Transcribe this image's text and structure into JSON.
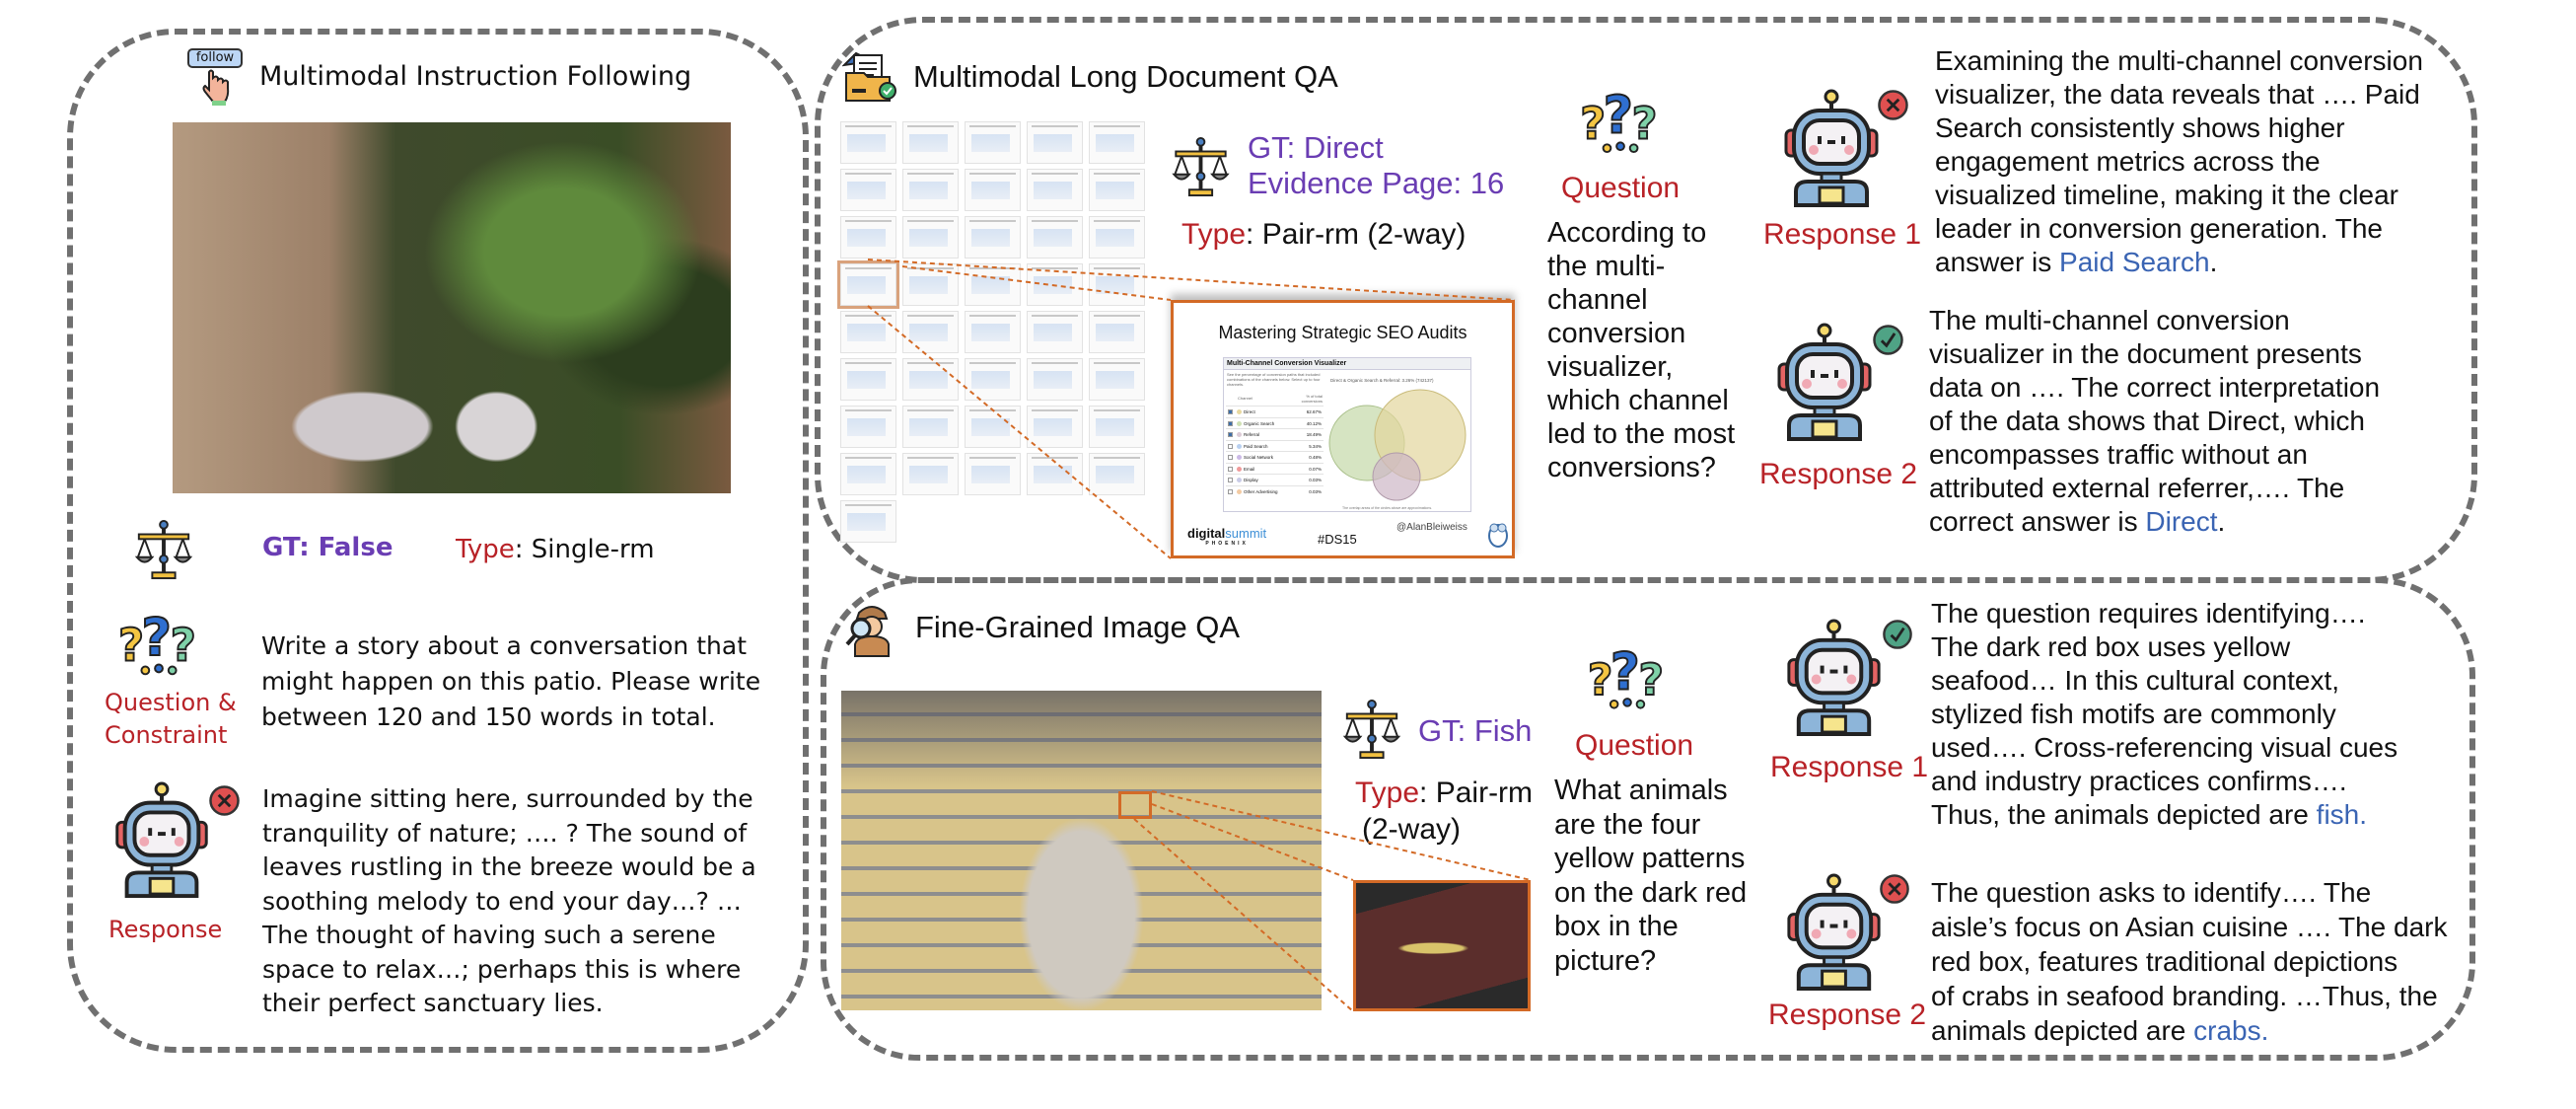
{
  "colors": {
    "gt": "#6a3db3",
    "label": "#b82227",
    "answer": "#3a64b3",
    "dash": "#707070",
    "highlight": "#d36a26"
  },
  "left": {
    "follow_icon_text": "follow",
    "title": "Multimodal Instruction Following",
    "gt": "GT: False",
    "type_label": "Type",
    "type_value": ": Single-rm",
    "question_label": [
      "Question &",
      "Constraint"
    ],
    "question_lines": [
      "Write a story about a conversation that",
      "might happen on this patio. Please write",
      "between 120 and 150 words in total."
    ],
    "response_label": "Response",
    "response_status": "wrong",
    "response_lines": [
      "Imagine sitting here, surrounded by the",
      "tranquility of nature; …. ? The sound of",
      "leaves rustling in the breeze would be a",
      "soothing melody to end your day…? …",
      "The thought of having such a serene",
      "space to relax…; perhaps this is where",
      "their perfect sanctuary lies."
    ]
  },
  "doc": {
    "title": "Multimodal Long Document QA",
    "gt": "GT: Direct",
    "evidence": "Evidence Page: 16",
    "type_label": "Type",
    "type_value": ": Pair-rm (2-way)",
    "slide": {
      "title": "Mastering Strategic SEO Audits",
      "panel_title": "Multi-Channel Conversion Visualizer",
      "description": "See the percentage of conversion paths that included combinations of the channels below. Select up to four channels.",
      "col_channel": "Channel",
      "col_pct": "% of total conversions",
      "rows": [
        {
          "channel": "Direct",
          "pct": "62.67%",
          "checked": true,
          "color": "#e8d9a0"
        },
        {
          "channel": "Organic Search",
          "pct": "40.12%",
          "checked": true,
          "color": "#cfe0b4"
        },
        {
          "channel": "Referral",
          "pct": "18.49%",
          "checked": true,
          "color": "#dccbd6"
        },
        {
          "channel": "Paid Search",
          "pct": "5.34%",
          "checked": false,
          "color": "#b9d0f0"
        },
        {
          "channel": "Social Network",
          "pct": "0.48%",
          "checked": false,
          "color": "#cbb9e6"
        },
        {
          "channel": "Email",
          "pct": "0.07%",
          "checked": false,
          "color": "#ef9a9a"
        },
        {
          "channel": "Display",
          "pct": "0.03%",
          "checked": false,
          "color": "#c9cbe6"
        },
        {
          "channel": "Other Advertising",
          "pct": "0.03%",
          "checked": false,
          "color": "#f3cba3"
        }
      ],
      "venn_label": "Direct & Organic Search & Referral: 3.26% (742137)",
      "footnote": "The overlap areas of the circles above are approximations.",
      "brand_a": "digital",
      "brand_b": "summit",
      "brand_city": "PHOENIX",
      "hashtag": "#DS15",
      "handle": "@AlanBleiweiss"
    },
    "question_label": "Question",
    "question_lines": [
      "According to",
      "the multi-",
      "channel",
      "conversion",
      "visualizer,",
      "which channel",
      "led to the most",
      "conversions?"
    ],
    "responses": [
      {
        "label": "Response 1",
        "status": "wrong",
        "lines": [
          "Examining the multi-channel conversion",
          "visualizer, the data reveals that …. Paid",
          "Search consistently shows higher",
          "engagement metrics across the",
          "visualized timeline, making it the clear",
          "leader in conversion generation. The"
        ],
        "last_prefix": "answer is ",
        "answer": "Paid Search",
        "suffix": "."
      },
      {
        "label": "Response 2",
        "status": "correct",
        "lines": [
          "The multi-channel conversion",
          "visualizer in the document presents",
          "data on …. The correct interpretation",
          "of the data shows that Direct, which",
          "encompasses traffic without an",
          "attributed external referrer,…. The"
        ],
        "last_prefix": "correct answer is ",
        "answer": "Direct",
        "suffix": "."
      }
    ]
  },
  "img": {
    "title": "Fine-Grained Image QA",
    "gt": "GT: Fish",
    "type_label": "Type",
    "type_value": ": Pair-rm",
    "type_value2": "(2-way)",
    "question_label": "Question",
    "question_lines": [
      "What animals",
      "are the four",
      "yellow patterns",
      "on the dark red",
      "box in the",
      "picture?"
    ],
    "responses": [
      {
        "label": "Response 1",
        "status": "correct",
        "lines": [
          "The question requires identifying….",
          "The dark red box uses yellow",
          "seafood… In this cultural context,",
          "stylized fish motifs are commonly",
          "used…. Cross-referencing visual cues",
          "and industry practices confirms…."
        ],
        "last_prefix": "Thus, the animals depicted are ",
        "answer": "fish.",
        "suffix": ""
      },
      {
        "label": "Response 2",
        "status": "wrong",
        "lines": [
          "The question asks to identify…. The",
          "aisle’s focus on Asian cuisine …. The dark",
          "red box, features traditional depictions",
          "of crabs in seafood branding. …Thus, the"
        ],
        "last_prefix": "animals depicted are ",
        "answer": "crabs.",
        "suffix": ""
      }
    ]
  }
}
